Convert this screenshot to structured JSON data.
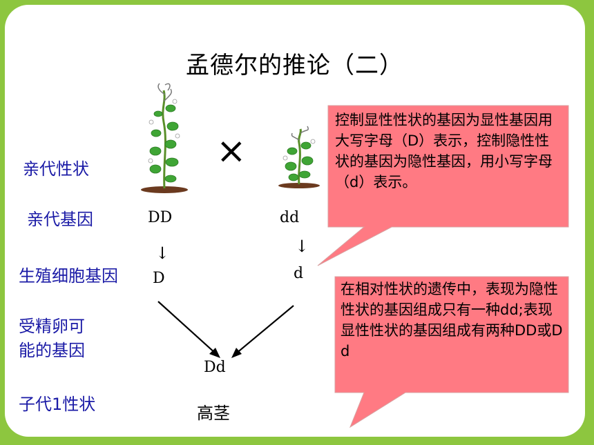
{
  "title": "孟德尔的推论（二）",
  "row_labels": {
    "parent_trait": "亲代性状",
    "parent_gene": "亲代基因",
    "gamete_gene": "生殖细胞基因",
    "fertilized_egg_line1": "受精卵可",
    "fertilized_egg_line2": "能的基因",
    "offspring_trait": "子代1性状"
  },
  "cross_symbol": "×",
  "genotypes": {
    "parent_left": "DD",
    "parent_right": "dd",
    "gamete_left": "D",
    "gamete_right": "d",
    "offspring": "Dd",
    "offspring_trait": "高茎"
  },
  "arrows": {
    "down_glyph": "↓"
  },
  "callouts": {
    "top": "控制显性性状的基因为显性基因用大写字母（D）表示，控制隐性性状的基因为隐性基因，用小写字母（d）表示。",
    "bottom": "在相对性状的遗传中，表现为隐性性状的基因组成只有一种dd;表现显性性状的基因组成有两种DD或Dd"
  },
  "icons": [
    "tall-pea-plant-icon",
    "short-pea-plant-icon"
  ],
  "colors": {
    "background_border": "#8dc63f",
    "label_text": "#1a1aa6",
    "callout_fill": "#ff7a83"
  }
}
